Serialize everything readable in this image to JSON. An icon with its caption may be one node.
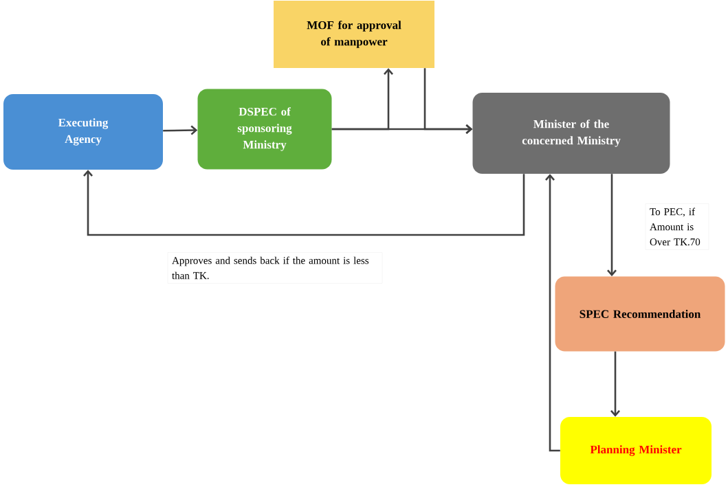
{
  "diagram": {
    "nodes": [
      {
        "text": [
          "Executing Agency"
        ]
      },
      {
        "text": [
          "DSPEC of sponsoring Ministry"
        ]
      },
      {
        "text": [
          "MOF for approval of manpower"
        ]
      },
      {
        "text": [
          "Minister of the concerned Ministry"
        ]
      },
      {
        "text": [
          "SPEC Recommendation"
        ]
      },
      {
        "text": [
          "Planning Minister"
        ]
      }
    ],
    "edges": [
      {
        "from": 0,
        "to": 1,
        "arrow": "to"
      },
      {
        "from": 1,
        "to": 3,
        "arrow": "to"
      },
      {
        "from": 1,
        "to": 2,
        "arrow": "to"
      },
      {
        "from": 2,
        "to": 3,
        "arrow": "to"
      },
      {
        "from": 3,
        "to": 0,
        "arrow": "to",
        "label": "Approves and sends back if the amount is less than TK."
      },
      {
        "from": 3,
        "to": 4,
        "arrow": "to",
        "label": "To PEC, if Amount is Over TK.70"
      },
      {
        "from": 4,
        "to": 5,
        "arrow": "to"
      },
      {
        "from": 5,
        "to": 3,
        "arrow": "to"
      }
    ]
  }
}
